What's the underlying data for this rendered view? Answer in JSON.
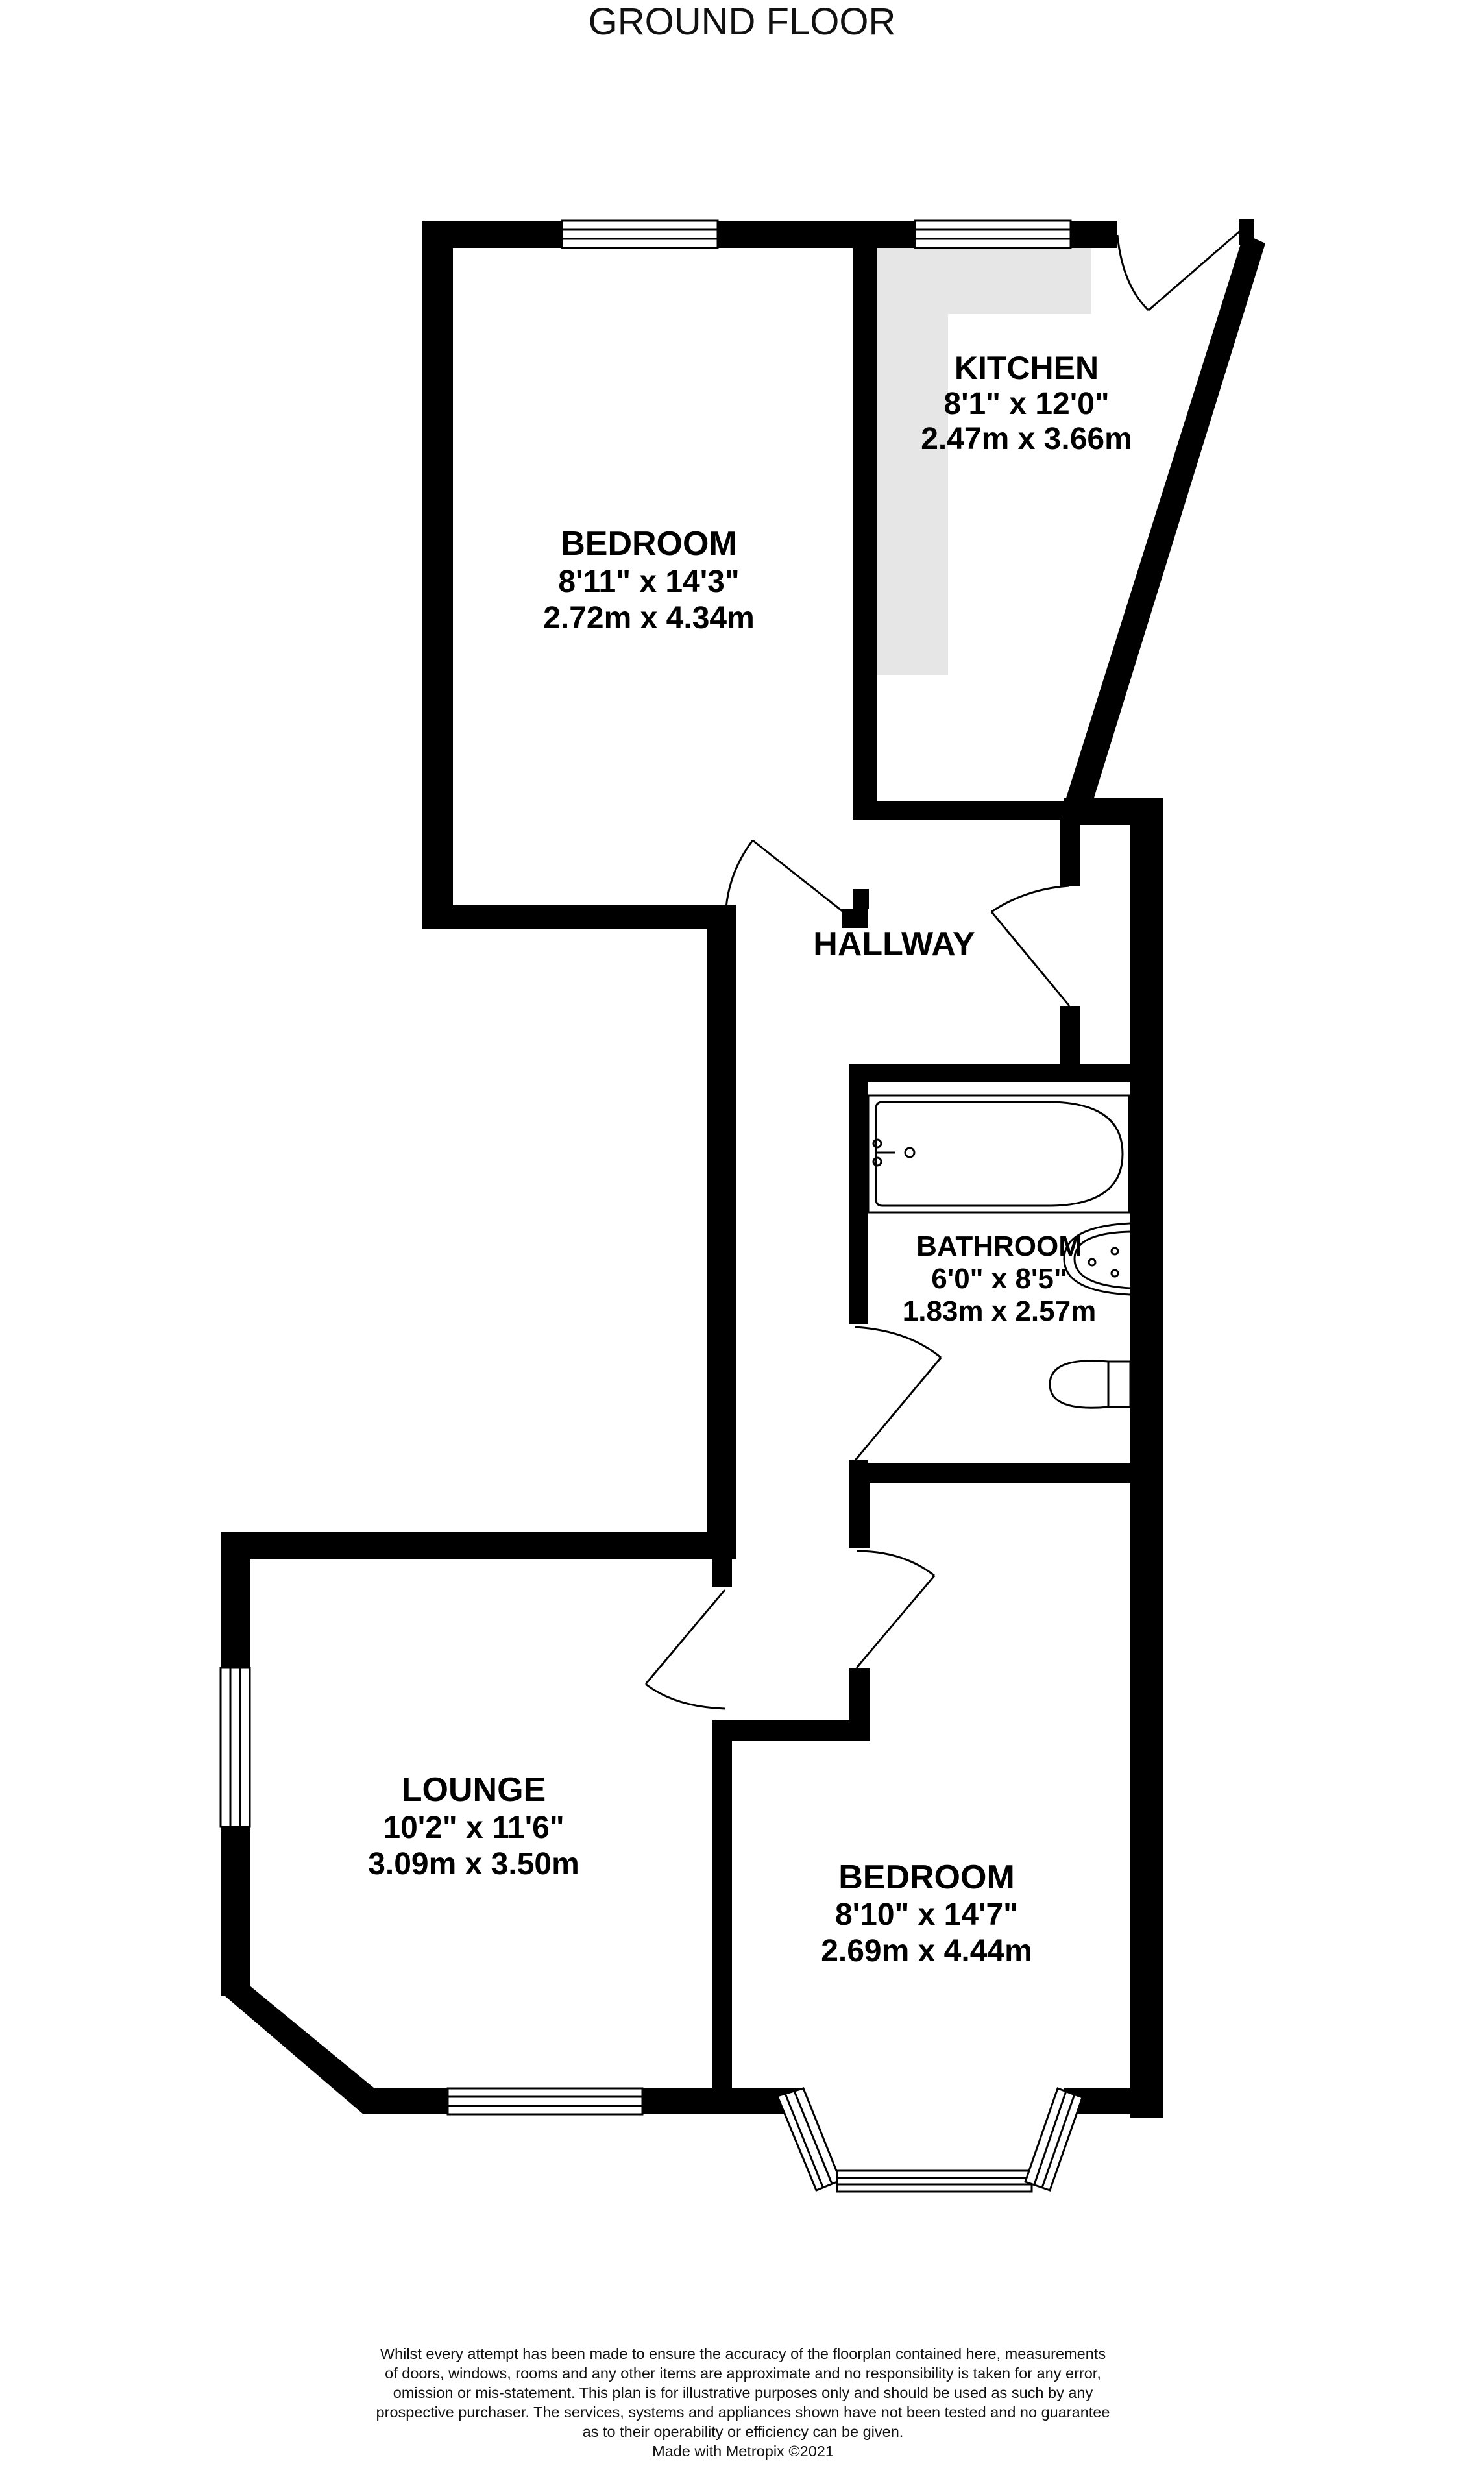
{
  "title": "GROUND FLOOR",
  "rooms": {
    "bedroom1": {
      "name": "BEDROOM",
      "imperial": "8'11\"  x 14'3\"",
      "metric": "2.72m  x 4.34m"
    },
    "kitchen": {
      "name": "KITCHEN",
      "imperial": "8'1\"  x 12'0\"",
      "metric": "2.47m  x 3.66m"
    },
    "hallway": {
      "name": "HALLWAY"
    },
    "bathroom": {
      "name": "BATHROOM",
      "imperial": "6'0\"  x 8'5\"",
      "metric": "1.83m  x 2.57m"
    },
    "lounge": {
      "name": "LOUNGE",
      "imperial": "10'2\"  x 11'6\"",
      "metric": "3.09m  x 3.50m"
    },
    "bedroom2": {
      "name": "BEDROOM",
      "imperial": "8'10\"  x 14'7\"",
      "metric": "2.69m  x 4.44m"
    }
  },
  "disclaimer": {
    "line1": "Whilst every attempt has been made to ensure the accuracy of the floorplan contained here, measurements",
    "line2": "of doors, windows, rooms and any other items are approximate and no responsibility is taken for any error,",
    "line3": "omission or mis-statement. This plan is for illustrative purposes only and should be used as such by any",
    "line4": "prospective purchaser. The services, systems and appliances shown have not been tested and no guarantee",
    "line5": "as to their operability or efficiency can be given.",
    "credit": "Made with Metropix ©2021"
  },
  "colors": {
    "wall": "#000000",
    "worktop": "#e6e6e6",
    "window": "#ffffff"
  }
}
